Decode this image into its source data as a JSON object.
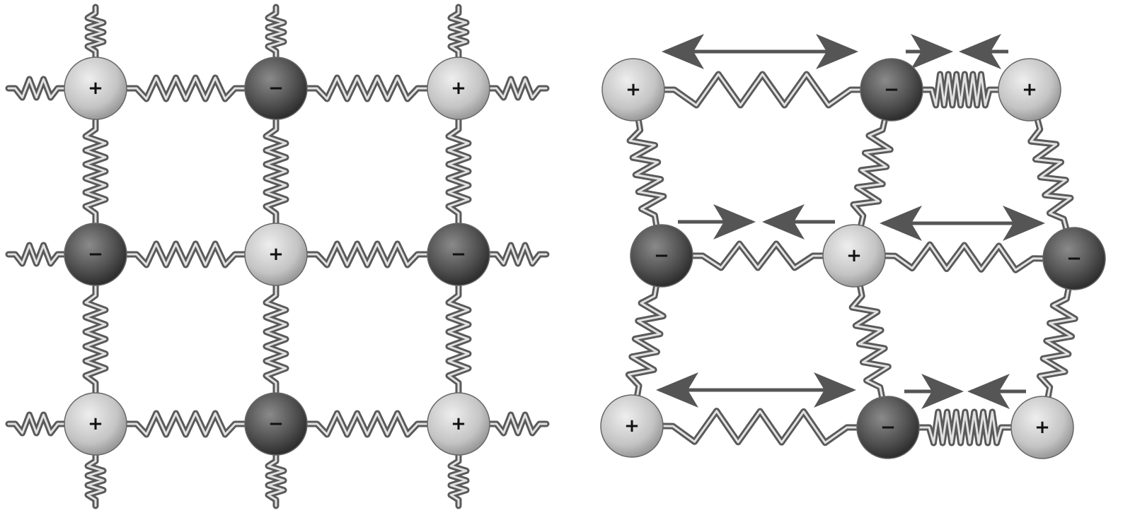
{
  "colors": {
    "background": "#ffffff",
    "cation_fill": "#c4c4c4",
    "anion_fill": "#505050",
    "spring": "#6f6f6f",
    "arrow": "#555555"
  },
  "charges": {
    "positive": "+",
    "negative": "−"
  },
  "panels": [
    {
      "id": "equilibrium",
      "ions": [
        [
          "+",
          "−",
          "+"
        ],
        [
          "−",
          "+",
          "−"
        ],
        [
          "+",
          "−",
          "+"
        ]
      ]
    },
    {
      "id": "vibrating",
      "ions": [
        [
          "+",
          "−",
          "+"
        ],
        [
          "−",
          "+",
          "−"
        ],
        [
          "+",
          "−",
          "+"
        ]
      ],
      "displacement_arrows": [
        {
          "pair": "top-left",
          "kind": "stretched"
        },
        {
          "pair": "top-right",
          "kind": "compressed"
        },
        {
          "pair": "middle-left",
          "kind": "compressed"
        },
        {
          "pair": "middle-right",
          "kind": "stretched"
        },
        {
          "pair": "bottom-left",
          "kind": "stretched"
        },
        {
          "pair": "bottom-right",
          "kind": "compressed"
        }
      ]
    }
  ]
}
